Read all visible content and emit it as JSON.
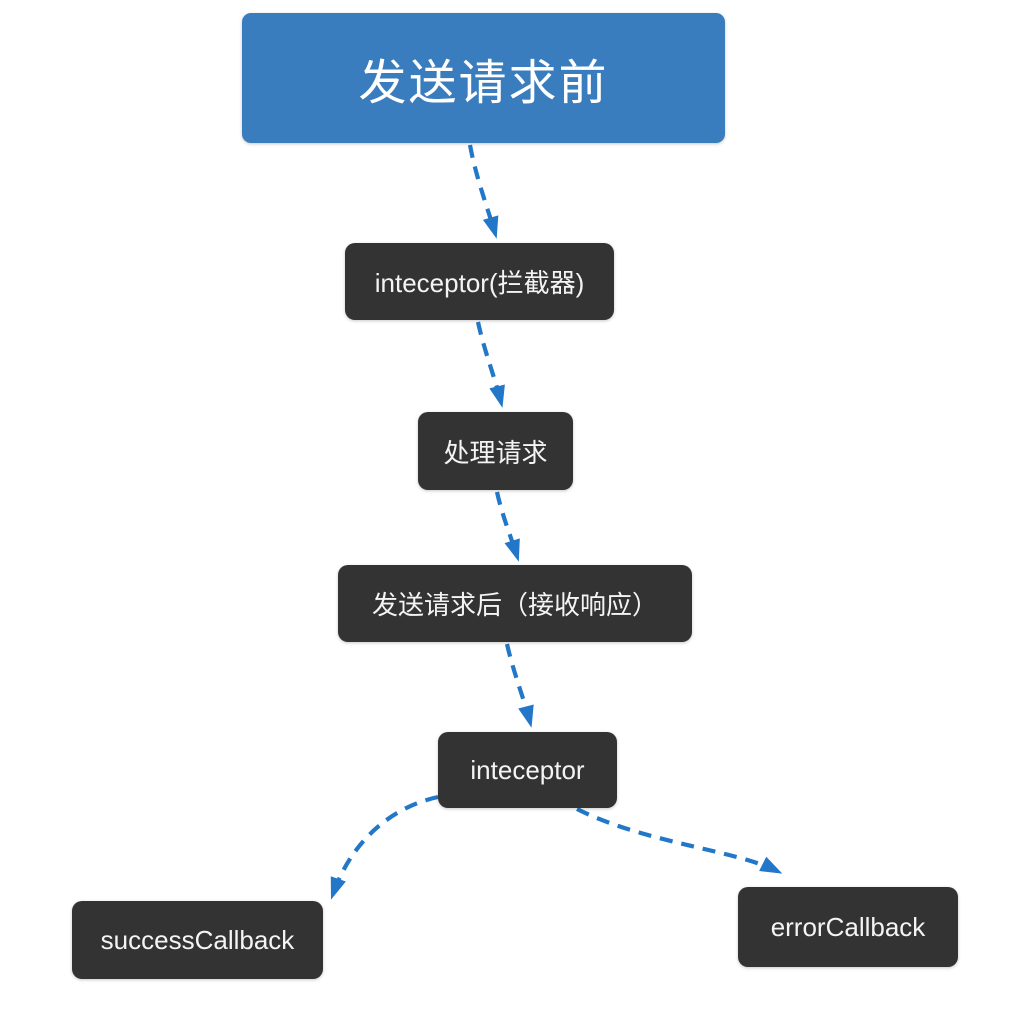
{
  "diagram": {
    "type": "flowchart",
    "nodes": [
      {
        "id": "before-send-request",
        "label": "发送请求前",
        "style": "primary"
      },
      {
        "id": "request-interceptor",
        "label": "inteceptor(拦截器)",
        "style": "dark"
      },
      {
        "id": "process-request",
        "label": "处理请求",
        "style": "dark"
      },
      {
        "id": "after-send-request",
        "label": "发送请求后（接收响应）",
        "style": "dark"
      },
      {
        "id": "response-interceptor",
        "label": "inteceptor",
        "style": "dark"
      },
      {
        "id": "success-callback",
        "label": "successCallback",
        "style": "dark"
      },
      {
        "id": "error-callback",
        "label": "errorCallback",
        "style": "dark"
      }
    ],
    "edges": [
      {
        "from": "before-send-request",
        "to": "request-interceptor",
        "style": "blue-dashed-arrow"
      },
      {
        "from": "request-interceptor",
        "to": "process-request",
        "style": "blue-dashed-arrow"
      },
      {
        "from": "process-request",
        "to": "after-send-request",
        "style": "blue-dashed-arrow"
      },
      {
        "from": "after-send-request",
        "to": "response-interceptor",
        "style": "blue-dashed-arrow"
      },
      {
        "from": "response-interceptor",
        "to": "success-callback",
        "style": "blue-dashed-arrow"
      },
      {
        "from": "response-interceptor",
        "to": "error-callback",
        "style": "blue-dashed-arrow"
      }
    ],
    "colors": {
      "primary_node": "#3a7dbe",
      "dark_node": "#333333",
      "arrow": "#2277c8",
      "node_text": "#ffffff",
      "canvas_bg": "#ffffff"
    }
  }
}
